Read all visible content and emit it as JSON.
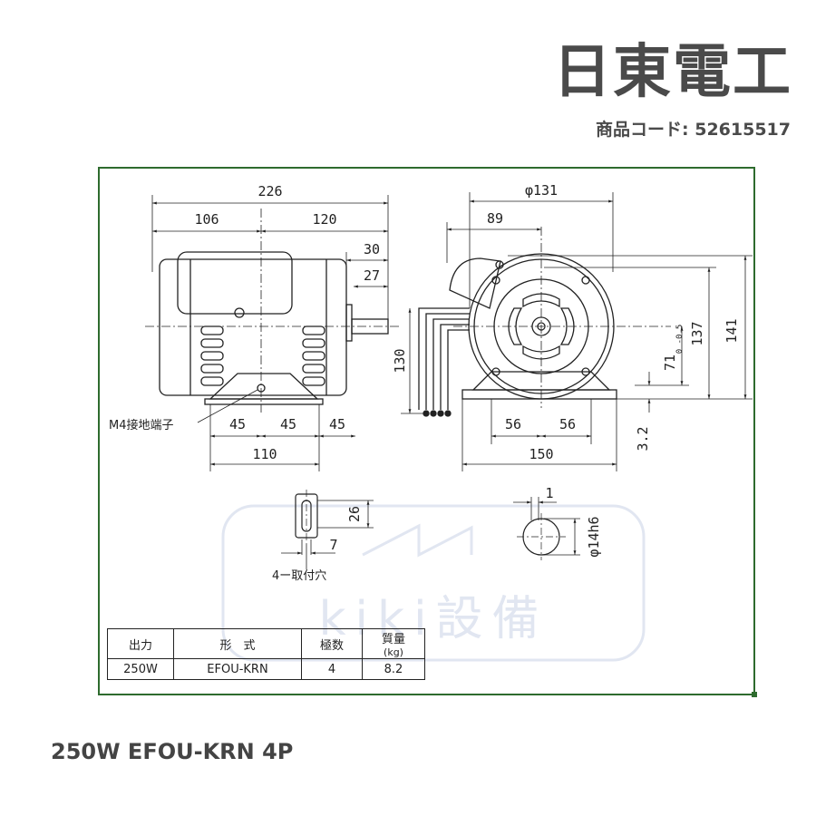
{
  "brand": "日東電工",
  "product_code": "商品コード: 52615517",
  "footer_title": "250W EFOU-KRN 4P",
  "watermark": "kiki設備",
  "dimensions": {
    "d226": "226",
    "d106": "106",
    "d120": "120",
    "d30": "30",
    "d27": "27",
    "d45a": "45",
    "d45b": "45",
    "d45c": "45",
    "d110": "110",
    "phi131": "φ131",
    "d89": "89",
    "d130": "130",
    "d137": "137",
    "d141": "141",
    "d71": "71",
    "d71_tol": "0 -0.5",
    "d56a": "56",
    "d56b": "56",
    "d150": "150",
    "d3_2": "3.2",
    "d26": "26",
    "d7": "7",
    "d1": "1",
    "phi14": "φ14h6"
  },
  "labels": {
    "ground_terminal": "M4接地端子",
    "mount_hole": "4ー取付穴"
  },
  "spec_table": {
    "headers": [
      "出力",
      "形　式",
      "極数",
      "質量"
    ],
    "unit": "(kg)",
    "row": [
      "250W",
      "EFOU-KRN",
      "4",
      "8.2"
    ]
  },
  "colors": {
    "frame": "#2e6b2e",
    "text": "#4a4a4a",
    "watermark": "#c9d2e6"
  }
}
